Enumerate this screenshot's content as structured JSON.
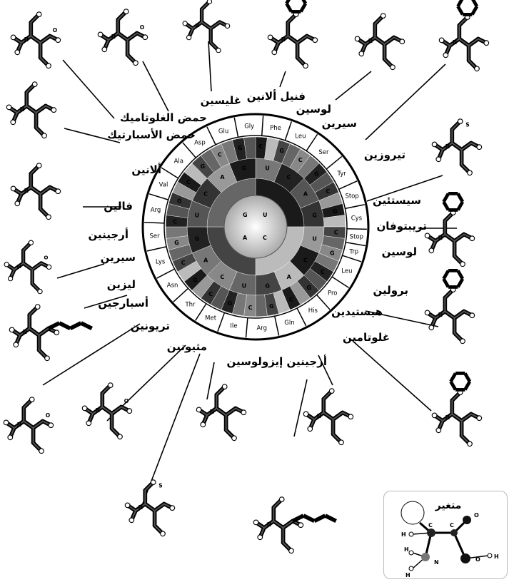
{
  "amino_acids": [
    {
      "name": "حمض الغلوتاميك"
    },
    {
      "name": "حمض الأسبارتيك"
    },
    {
      "name": "ألانين"
    },
    {
      "name": "فالين"
    },
    {
      "name": "أرجينين"
    },
    {
      "name": "سيرين"
    },
    {
      "name": "ليزين"
    },
    {
      "name": "أسبارجين"
    },
    {
      "name": "تريونين"
    },
    {
      "name": "مثيونين"
    },
    {
      "name": "أرجينين إيزولوسين"
    },
    {
      "name": "غلوتامين"
    },
    {
      "name": "هيستيدين"
    },
    {
      "name": "برولين"
    },
    {
      "name": "لوسين"
    },
    {
      "name": "تريبتوفان"
    },
    {
      "name": "سيستئين"
    },
    {
      "name": "تيروزين"
    },
    {
      "name": "سيرين"
    },
    {
      "name": "لوسين"
    },
    {
      "name": "فنيل ألانين"
    },
    {
      "name": "غليسين"
    }
  ],
  "wheel_abbreviations": [
    "Gly",
    "Phe",
    "Leu",
    "Ser",
    "Tyr",
    "Stop",
    "Cys",
    "Stop",
    "Trp",
    "Leu",
    "Pro",
    "His",
    "Gln",
    "Arg",
    "Ile",
    "Met",
    "Thr",
    "Asn",
    "Lys",
    "Ser",
    "Arg",
    "Val",
    "Ala",
    "Asp",
    "Glu"
  ],
  "nucleotides": {
    "g": "G",
    "u": "U",
    "c": "C",
    "a": "A"
  },
  "atoms": {
    "n": "N",
    "o": "O",
    "s": "S",
    "h": "H",
    "c": "C"
  },
  "legend": {
    "variable_label": "متغير"
  }
}
